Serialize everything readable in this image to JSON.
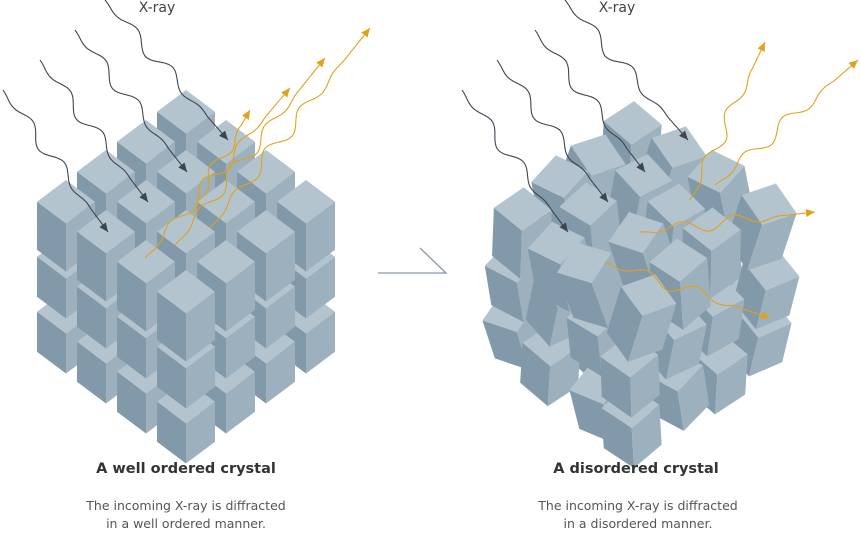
{
  "colors": {
    "top": "#b4c4cf",
    "left": "#8199a9",
    "right": "#9db0bd",
    "incoming": "#3d4650",
    "diffracted": "#e0a21c",
    "text": "#333333"
  },
  "left_panel": {
    "xray_label": "X-ray",
    "title": "A well ordered crystal",
    "caption_line1": "The incoming X-ray is diffracted",
    "caption_line2": "in a well ordered manner."
  },
  "right_panel": {
    "xray_label": "X-ray",
    "title": "A disordered crystal",
    "caption_line1": "The incoming X-ray is diffracted",
    "caption_line2": "in a disordered manner."
  },
  "transition_icon": "right-arrow-icon"
}
